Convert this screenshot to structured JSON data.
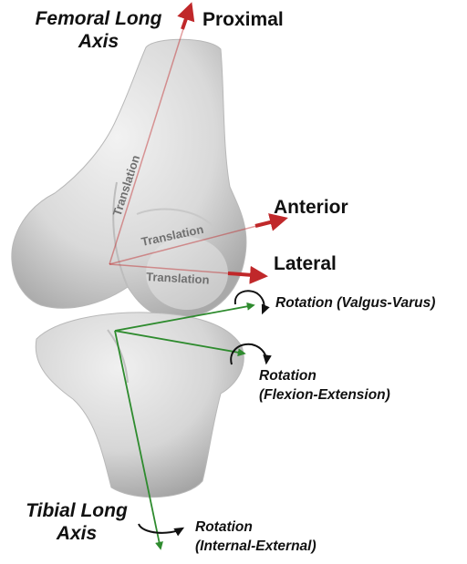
{
  "femoral_axis": {
    "title_line1": "Femoral Long",
    "title_line2": "Axis"
  },
  "tibial_axis": {
    "title_line1": "Tibial Long",
    "title_line2": "Axis"
  },
  "directions": {
    "proximal": "Proximal",
    "anterior": "Anterior",
    "lateral": "Lateral"
  },
  "translations": {
    "proximal": "Translation",
    "anterior": "Translation",
    "lateral": "Translation"
  },
  "rotations": {
    "valgus_varus": "Rotation (Valgus-Varus)",
    "flexion_extension_line1": "Rotation",
    "flexion_extension_line2": "(Flexion-Extension)",
    "internal_external_line1": "Rotation",
    "internal_external_line2": "(Internal-External)"
  },
  "colors": {
    "femoral_axes": "#c0282a",
    "tibial_axes": "#2e8b2e",
    "bone": "#d8d8d8",
    "text": "#111111"
  },
  "icons": {
    "femur": "femur-bone-icon",
    "tibia": "tibia-bone-icon",
    "rotation_arrow": "curved-arrow-icon"
  }
}
